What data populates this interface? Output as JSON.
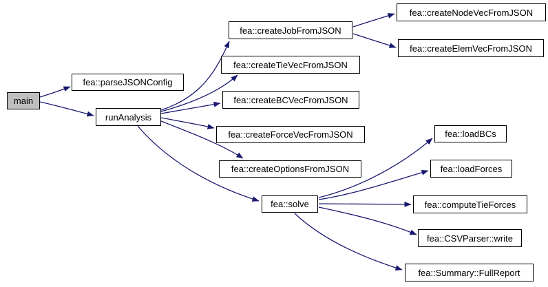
{
  "diagram": {
    "type": "call-graph",
    "background_color": "#ffffff",
    "edge_color": "#191970",
    "node_fill": "#ffffff",
    "node_border_color": "#000000",
    "highlight_node_fill": "#bfbfbf",
    "nodes": [
      {
        "label": "main",
        "highlighted": true
      },
      {
        "label": "fea::parseJSONConfig",
        "highlighted": false
      },
      {
        "label": "runAnalysis",
        "highlighted": false
      },
      {
        "label": "fea::createJobFromJSON",
        "highlighted": false
      },
      {
        "label": "fea::createTieVecFromJSON",
        "highlighted": false
      },
      {
        "label": "fea::createBCVecFromJSON",
        "highlighted": false
      },
      {
        "label": "fea::createForceVecFromJSON",
        "highlighted": false
      },
      {
        "label": "fea::createOptionsFromJSON",
        "highlighted": false
      },
      {
        "label": "fea::solve",
        "highlighted": false
      },
      {
        "label": "fea::createNodeVecFromJSON",
        "highlighted": false
      },
      {
        "label": "fea::createElemVecFromJSON",
        "highlighted": false
      },
      {
        "label": "fea::loadBCs",
        "highlighted": false
      },
      {
        "label": "fea::loadForces",
        "highlighted": false
      },
      {
        "label": "fea::computeTieForces",
        "highlighted": false
      },
      {
        "label": "fea::CSVParser::write",
        "highlighted": false
      },
      {
        "label": "fea::Summary::FullReport",
        "highlighted": false
      }
    ],
    "edges": [
      {
        "from": "main",
        "to": "fea::parseJSONConfig"
      },
      {
        "from": "main",
        "to": "runAnalysis"
      },
      {
        "from": "runAnalysis",
        "to": "fea::createJobFromJSON"
      },
      {
        "from": "runAnalysis",
        "to": "fea::createTieVecFromJSON"
      },
      {
        "from": "runAnalysis",
        "to": "fea::createBCVecFromJSON"
      },
      {
        "from": "runAnalysis",
        "to": "fea::createForceVecFromJSON"
      },
      {
        "from": "runAnalysis",
        "to": "fea::createOptionsFromJSON"
      },
      {
        "from": "runAnalysis",
        "to": "fea::solve"
      },
      {
        "from": "fea::createJobFromJSON",
        "to": "fea::createNodeVecFromJSON"
      },
      {
        "from": "fea::createJobFromJSON",
        "to": "fea::createElemVecFromJSON"
      },
      {
        "from": "fea::solve",
        "to": "fea::loadBCs"
      },
      {
        "from": "fea::solve",
        "to": "fea::loadForces"
      },
      {
        "from": "fea::solve",
        "to": "fea::computeTieForces"
      },
      {
        "from": "fea::solve",
        "to": "fea::CSVParser::write"
      },
      {
        "from": "fea::solve",
        "to": "fea::Summary::FullReport"
      }
    ]
  }
}
